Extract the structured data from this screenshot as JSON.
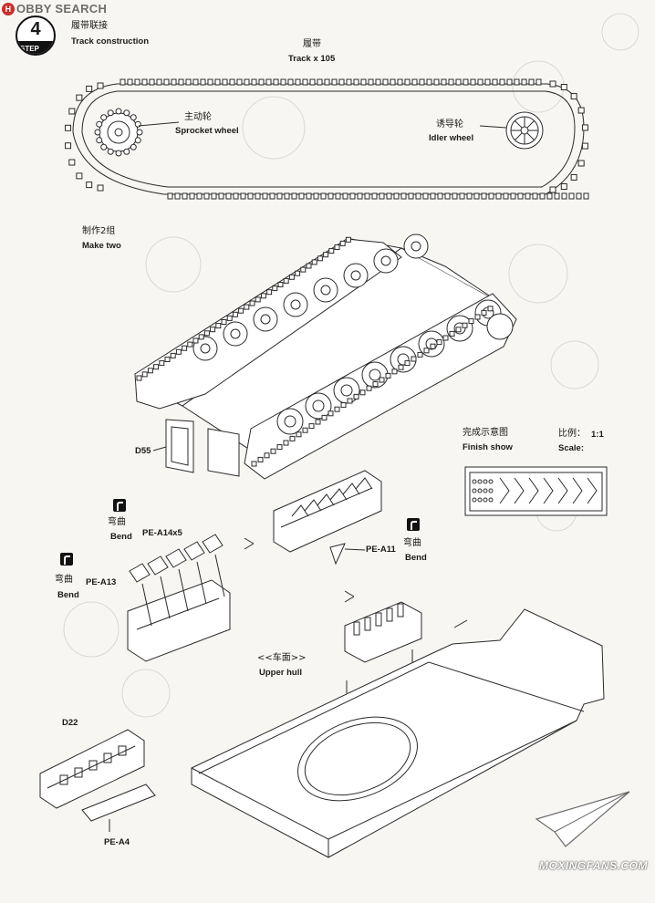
{
  "watermark_top": {
    "logo_text": "H",
    "text": "OBBY SEARCH"
  },
  "watermark_bottom": "MOXINGFANS.COM",
  "step": {
    "number": "4",
    "label": "STEP"
  },
  "header": {
    "title_cn": "履带联接",
    "title_en": "Track construction"
  },
  "track": {
    "label_cn": "履带",
    "label_en": "Track x 105"
  },
  "sprocket": {
    "label_cn": "主动轮",
    "label_en": "Sprocket wheel"
  },
  "idler": {
    "label_cn": "诱导轮",
    "label_en": "Idler wheel"
  },
  "make_two": {
    "label_cn": "制作2组",
    "label_en": "Make two"
  },
  "parts": {
    "d55": "D55",
    "pe_a14": "PE-A14x5",
    "pe_a13": "PE-A13",
    "pe_a11": "PE-A11",
    "d22": "D22",
    "pe_a4": "PE-A4"
  },
  "bend": {
    "label_cn": "弯曲",
    "label_en": "Bend"
  },
  "finish": {
    "label_cn": "完成示意图",
    "label_en": "Finish show"
  },
  "scale": {
    "label_cn": "比例：",
    "value": "1:1",
    "label_en": "Scale:"
  },
  "upper_hull": {
    "label_cn": "<<车面>>",
    "label_en": "Upper hull"
  }
}
